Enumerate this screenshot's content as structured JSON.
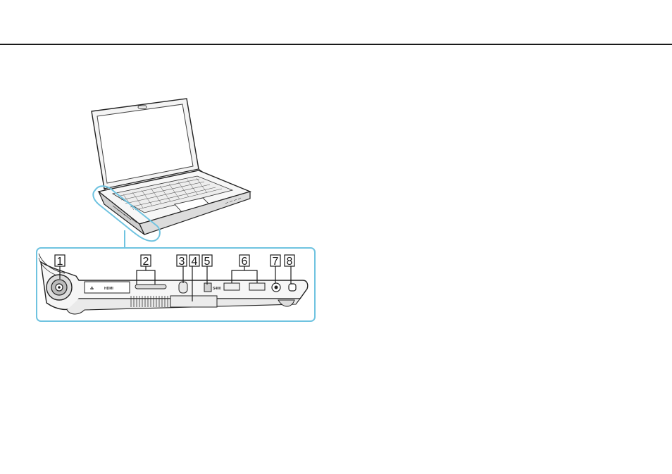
{
  "callouts": [
    {
      "number": "1"
    },
    {
      "number": "2"
    },
    {
      "number": "3"
    },
    {
      "number": "4"
    },
    {
      "number": "5"
    },
    {
      "number": "6"
    },
    {
      "number": "7"
    },
    {
      "number": "8"
    }
  ],
  "port_labels": {
    "hdmi": "HDMI",
    "firewire": "S400"
  },
  "colors": {
    "accent_outline": "#6fc3e0",
    "rule": "#1a1a1a",
    "ink": "#1a1a1a"
  }
}
